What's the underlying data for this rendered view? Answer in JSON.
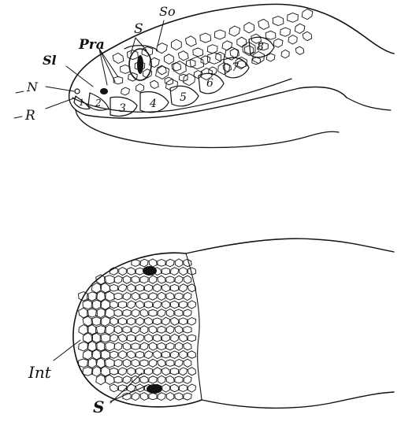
{
  "figure": {
    "ink_color": "#111111",
    "paper_color": "#ffffff",
    "side_view": {
      "labels": {
        "N": "N",
        "R": "R",
        "SL": "Sl",
        "PRA": "Pra",
        "S": "S",
        "SO": "So"
      },
      "supralabial_numbers": [
        "1",
        "2",
        "3",
        "4",
        "5",
        "6",
        "7",
        "8"
      ]
    },
    "top_view": {
      "labels": {
        "INT": "Int",
        "S": "S"
      }
    }
  }
}
